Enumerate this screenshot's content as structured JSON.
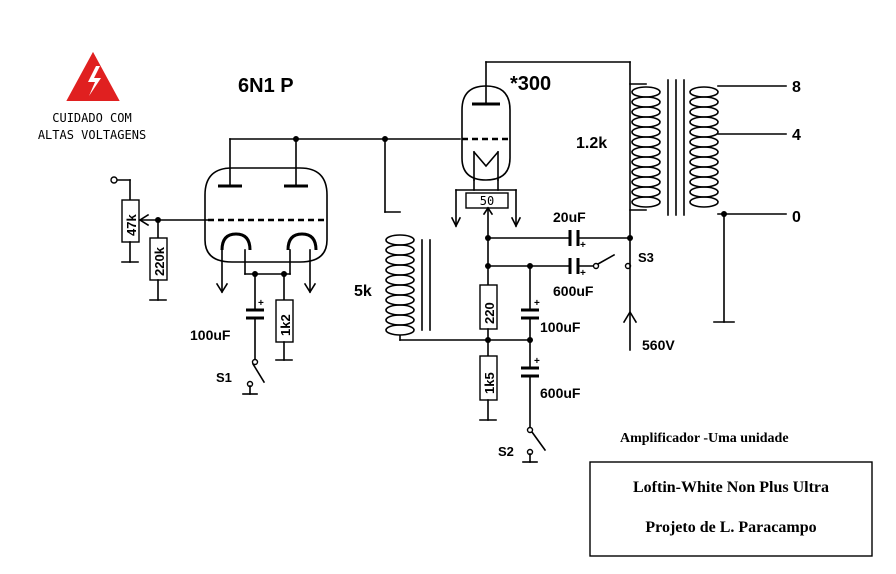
{
  "warning": {
    "line1": "CUIDADO   COM",
    "line2": "ALTAS VOLTAGENS",
    "icon": "high-voltage-icon",
    "color": "#e02020"
  },
  "tubes": {
    "driver": "6N1 P",
    "output": "*300"
  },
  "resistors": {
    "pot": "47k",
    "grid": "220k",
    "cathode_driver": "1k2",
    "hum_balance": "50",
    "bias": "220",
    "bias2": "1k5"
  },
  "capacitors": {
    "c_driver": "100uF",
    "c_20": "20uF",
    "c_600a": "600uF",
    "c_100": "100uF",
    "c_600b": "600uF"
  },
  "inductors": {
    "choke": "5k",
    "output_primary": "1.2k"
  },
  "taps": {
    "t8": "8",
    "t4": "4",
    "t0": "0"
  },
  "switches": {
    "s1": "S1",
    "s2": "S2",
    "s3": "S3"
  },
  "supply": "560V",
  "captions": {
    "subtitle": "Amplificador -Uma unidade",
    "title": "Loftin-White Non Plus Ultra",
    "author": "Projeto de L. Paracampo"
  }
}
